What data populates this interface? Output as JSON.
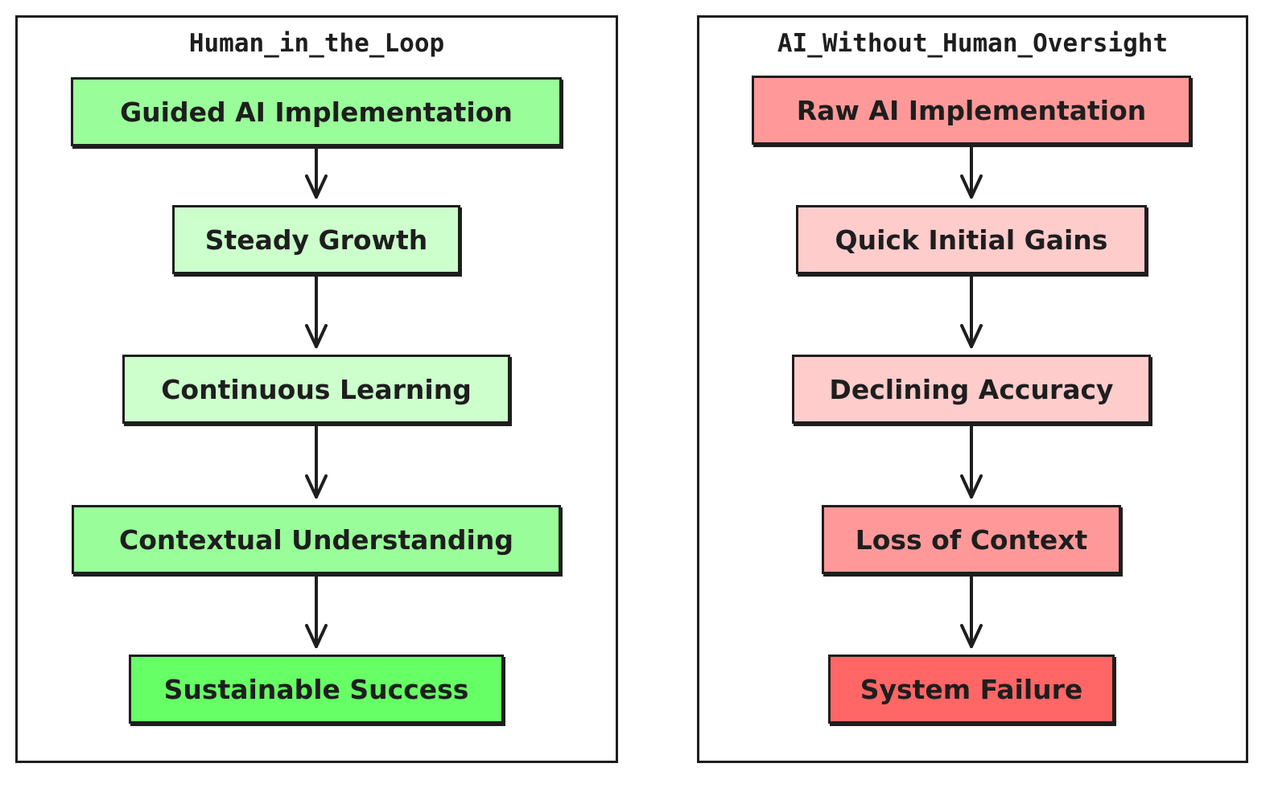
{
  "colors": {
    "ink": "#1e1e1e",
    "green_medium": "#99fd99",
    "green_light": "#ccffcc",
    "green_strong": "#66ff66",
    "red_medium": "#ff9999",
    "red_light": "#ffcccc",
    "red_strong": "#ff6666"
  },
  "left": {
    "title": "Human_in_the_Loop",
    "nodes": {
      "guided": "Guided AI Implementation",
      "steady": "Steady Growth",
      "learning": "Continuous Learning",
      "context": "Contextual Understanding",
      "success": "Sustainable Success"
    }
  },
  "right": {
    "title": "AI_Without_Human_Oversight",
    "nodes": {
      "raw": "Raw AI Implementation",
      "gains": "Quick Initial Gains",
      "accuracy": "Declining Accuracy",
      "loss": "Loss of Context",
      "failure": "System Failure"
    }
  },
  "edges": [
    {
      "from": "guided",
      "to": "steady"
    },
    {
      "from": "steady",
      "to": "learning"
    },
    {
      "from": "learning",
      "to": "context"
    },
    {
      "from": "context",
      "to": "success"
    },
    {
      "from": "raw",
      "to": "gains"
    },
    {
      "from": "gains",
      "to": "accuracy"
    },
    {
      "from": "accuracy",
      "to": "loss"
    },
    {
      "from": "loss",
      "to": "failure"
    }
  ]
}
